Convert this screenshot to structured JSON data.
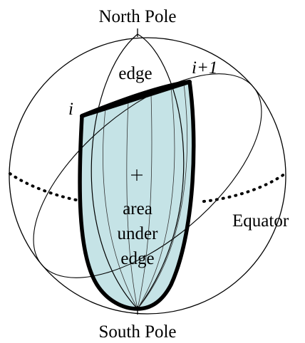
{
  "labels": {
    "north_pole": "North Pole",
    "south_pole": "South Pole",
    "equator": "Equator",
    "edge": "edge",
    "vertex_i": "i",
    "vertex_i_plus_1": "i+1",
    "area_line1": "area",
    "area_line2": "under",
    "area_line3": "edge"
  },
  "colors": {
    "region_fill": "#c5e3e6",
    "outline": "#000000",
    "background": "#ffffff"
  }
}
